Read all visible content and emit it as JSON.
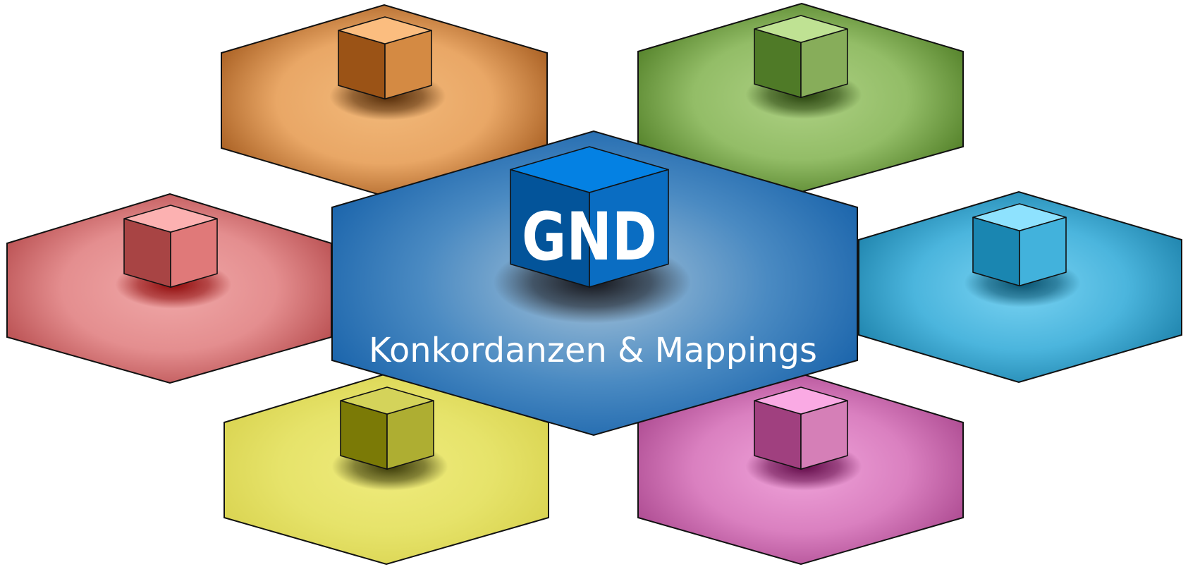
{
  "diagram": {
    "logo_text": "GND",
    "center_label": "Konkordanzen & Mappings",
    "satellites": [
      {
        "name": "orange",
        "colors": {
          "edge": "#a0561a",
          "mid": "#e9a766",
          "center": "#f2b97a",
          "cube_top": "#fbbd7f",
          "cube_left": "#9b5316",
          "cube_right": "#d48a43",
          "shadow": "#4a2200"
        }
      },
      {
        "name": "green",
        "colors": {
          "edge": "#4c7a22",
          "mid": "#93bd67",
          "center": "#aed184",
          "cube_top": "#bfe293",
          "cube_left": "#4f7a27",
          "cube_right": "#87ad5a",
          "shadow": "#1f3a05"
        }
      },
      {
        "name": "red",
        "colors": {
          "edge": "#b4484a",
          "mid": "#e48e8f",
          "center": "#f0a8a8",
          "cube_top": "#fcb1b1",
          "cube_left": "#a84444",
          "cube_right": "#e07979",
          "shadow": "#8a0000"
        }
      },
      {
        "name": "cyan",
        "colors": {
          "edge": "#1a7ea7",
          "mid": "#4bb5dd",
          "center": "#7ad3f2",
          "cube_top": "#8ee2fe",
          "cube_left": "#1a86b1",
          "cube_right": "#42b2dc",
          "shadow": "#004966"
        }
      },
      {
        "name": "yellow",
        "colors": {
          "edge": "#d8d24e",
          "mid": "#e6e36a",
          "center": "#efeb7d",
          "cube_top": "#d4d35a",
          "cube_left": "#7b7a06",
          "cube_right": "#aeae32",
          "shadow": "#2e2e00"
        }
      },
      {
        "name": "magenta",
        "colors": {
          "edge": "#a8458c",
          "mid": "#da80c0",
          "center": "#f0a4da",
          "cube_top": "#faaae4",
          "cube_left": "#a0407f",
          "cube_right": "#d57fb7",
          "shadow": "#5a0040"
        }
      }
    ],
    "center_colors": {
      "edge": "#145fa8",
      "mid": "#4a8ac2",
      "center": "#a8c4d9",
      "cube_top": "#0481e3",
      "cube_left": "#03549a",
      "cube_right": "#0a6dc2",
      "shadow": "#0a0a10"
    }
  }
}
